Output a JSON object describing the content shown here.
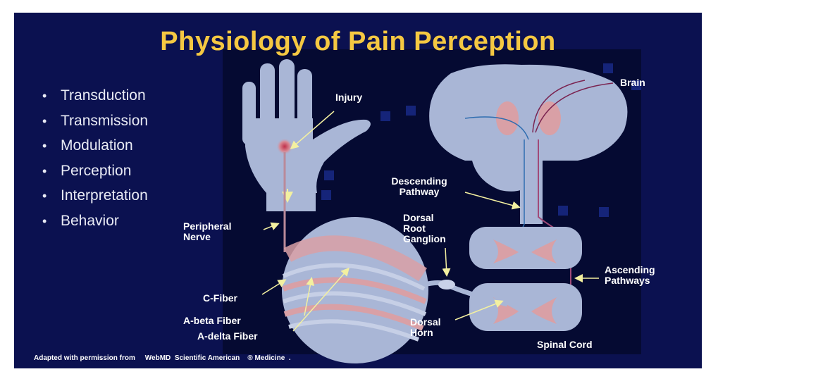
{
  "slide": {
    "title": "Physiology of Pain Perception",
    "bullets": [
      "Transduction",
      "Transmission",
      "Modulation",
      "Perception",
      "Interpretation",
      "Behavior"
    ],
    "credit": "Adapted with permission from     WebMD  Scientific American    ® Medicine  ."
  },
  "labels": {
    "injury": "Injury",
    "brain": "Brain",
    "descending_pathway": "Descending\nPathway",
    "peripheral_nerve": "Peripheral\nNerve",
    "dorsal_root_ganglion": "Dorsal\nRoot\nGanglion",
    "ascending_pathways": "Ascending\nPathways",
    "c_fiber": "C-Fiber",
    "a_beta_fiber": "A-beta Fiber",
    "a_delta_fiber": "A-delta Fiber",
    "dorsal_horn": "Dorsal\nHorn",
    "spinal_cord": "Spinal Cord"
  },
  "colors": {
    "background": "#0b1150",
    "title": "#f5c842",
    "tissue": "#a9b6d6",
    "highlight": "#d9a0a6",
    "pointer": "#f3f0a0"
  }
}
